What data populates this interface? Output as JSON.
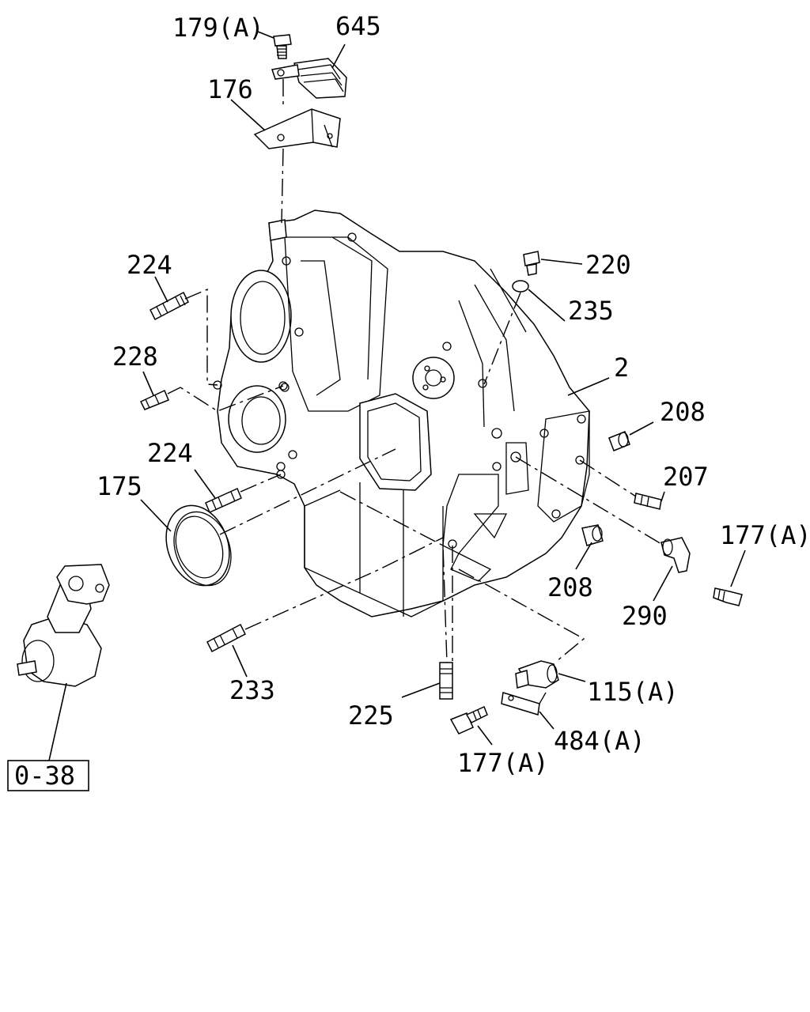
{
  "diagram": {
    "callouts": {
      "p179A": "179(A)",
      "p645": "645",
      "p176": "176",
      "p224_top": "224",
      "p220": "220",
      "p235": "235",
      "p228": "228",
      "p2": "2",
      "p208_top": "208",
      "p224_mid": "224",
      "p207": "207",
      "p175": "175",
      "p177A_right": "177(A)",
      "p208_bottom": "208",
      "p290": "290",
      "p233": "233",
      "p115A": "115(A)",
      "p225": "225",
      "p484A": "484(A)",
      "p177A_bottom": "177(A)"
    },
    "reference_box": "0-38"
  }
}
